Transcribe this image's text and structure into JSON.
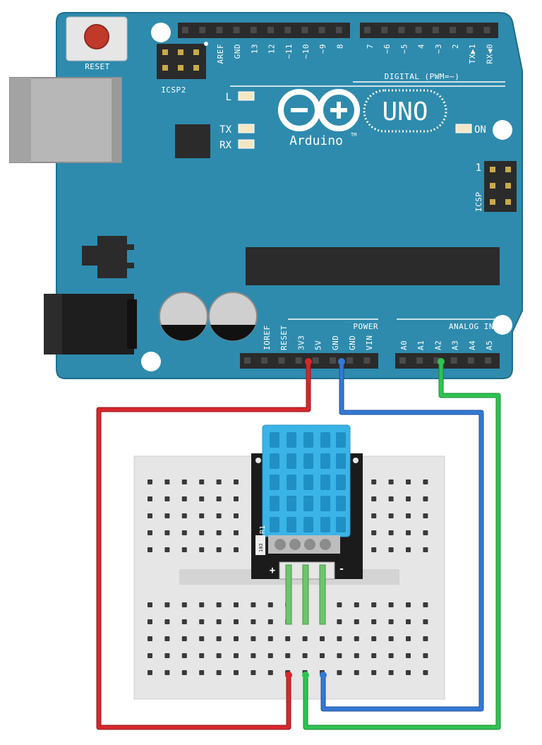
{
  "board": {
    "reset_label": "RESET",
    "icsp2_label": "ICSP2",
    "icsp_label": "ICSP",
    "icsp_pin1": "1",
    "led_l": "L",
    "led_tx": "TX",
    "led_rx": "RX",
    "led_on": "ON",
    "logo_text": "Arduino",
    "logo_tm": "TM",
    "model": "UNO",
    "digital_header": "DIGITAL (PWM=~)",
    "power_header": "POWER",
    "analog_header": "ANALOG IN",
    "digital_pins_left": [
      "AREF",
      "GND",
      "13",
      "12",
      "~11",
      "~10",
      "~9",
      "8"
    ],
    "digital_pins_right": [
      "7",
      "~6",
      "~5",
      "4",
      "~3",
      "2",
      "TX▶1",
      "RX◀0"
    ],
    "power_pins": [
      "IOREF",
      "RESET",
      "3V3",
      "5V",
      "GND",
      "GND",
      "VIN"
    ],
    "analog_pins": [
      "A0",
      "A1",
      "A2",
      "A3",
      "A4",
      "A5"
    ],
    "colors": {
      "pcb": "#2e8bad",
      "header": "#2b2b2b"
    }
  },
  "sensor": {
    "r1_label": "R1",
    "resistor_code": "103",
    "plus_label": "+",
    "minus_label": "-",
    "colors": {
      "body": "#3ab4e6",
      "pcb": "#1b1b1b"
    }
  },
  "wires": [
    {
      "from": "5V",
      "to": "sensor +",
      "color": "#c8262c"
    },
    {
      "from": "GND",
      "to": "sensor -",
      "color": "#2f6bc4"
    },
    {
      "from": "A2",
      "to": "sensor signal",
      "color": "#2ab34a"
    }
  ]
}
